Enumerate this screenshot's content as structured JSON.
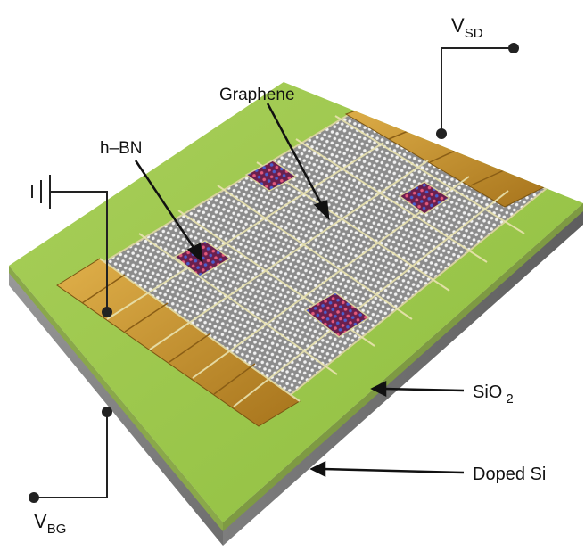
{
  "labels": {
    "vsd": {
      "main": "V",
      "sub": "SD"
    },
    "vbg": {
      "main": "V",
      "sub": "BG"
    },
    "graphene": "Graphene",
    "hbn": "h–BN",
    "sio2": {
      "main": "SiO",
      "sub": "2"
    },
    "doped_si": "Doped Si"
  },
  "colors": {
    "substrate_top": "#9cc64e",
    "substrate_side": "#8fa35a",
    "doped_si": "#8e8e8e",
    "electrode": "#c9962e",
    "graphene": "#9a9a9a",
    "hbn": "#7a2a5c",
    "wire": "#222222"
  },
  "icons": {
    "ground": "ground-symbol-icon",
    "terminal": "terminal-dot-icon"
  }
}
